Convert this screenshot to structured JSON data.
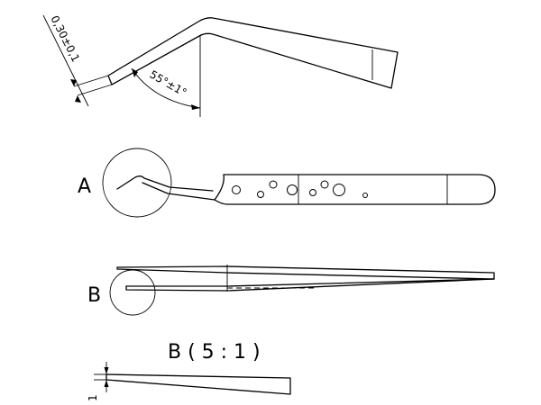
{
  "side_view": {
    "thickness_dimension": "0,30±0,1",
    "bend_angle_dimension": "55°±1°"
  },
  "top_view": {
    "detail_a_label": "A"
  },
  "front_view": {
    "detail_b_label": "B"
  },
  "detail_b": {
    "title": "B ( 5 : 1 )",
    "tip_dimension": "1"
  }
}
